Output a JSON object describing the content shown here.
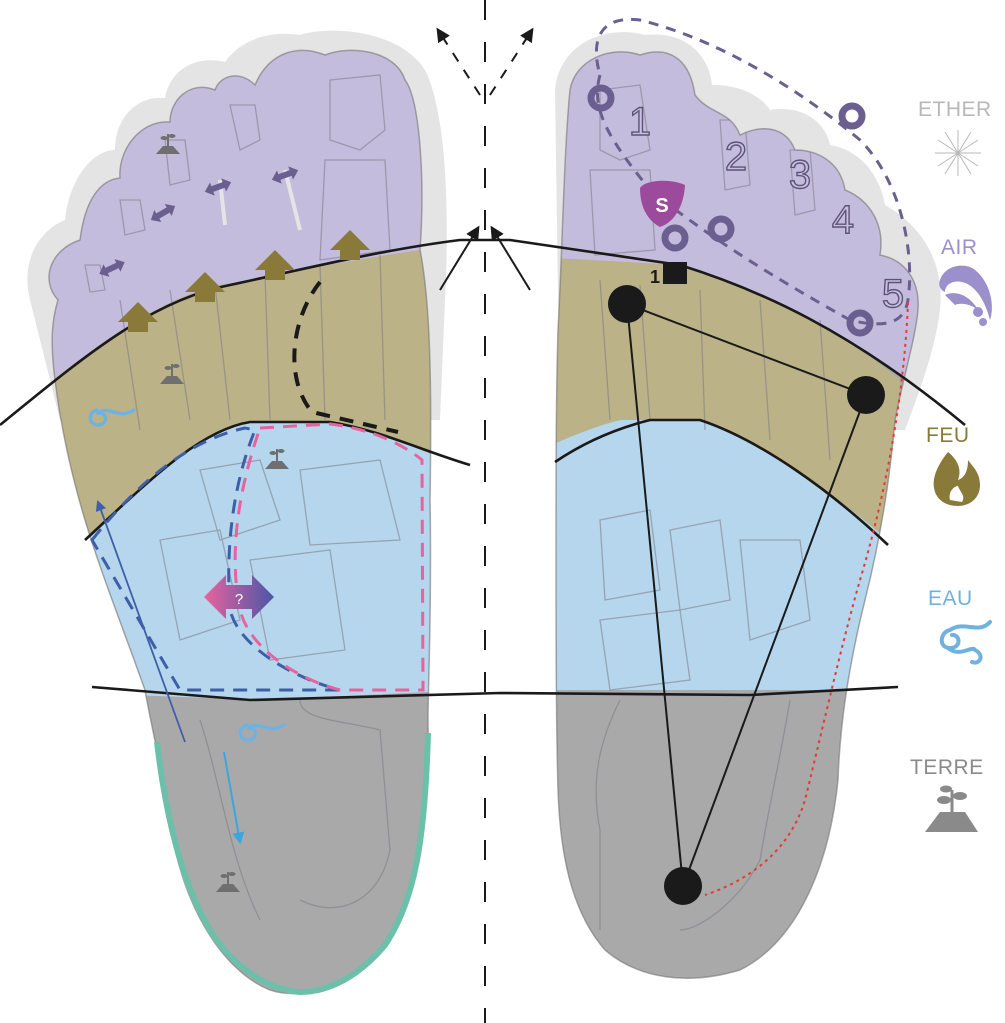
{
  "legend": {
    "items": [
      {
        "label": "ETHER",
        "icon": "starburst-icon",
        "color": "#b8b8b8"
      },
      {
        "label": "AIR",
        "icon": "wind-icon",
        "color": "#9b8fcc"
      },
      {
        "label": "FEU",
        "icon": "flame-icon",
        "color": "#8a7a3a"
      },
      {
        "label": "EAU",
        "icon": "waves-icon",
        "color": "#6fb2e0"
      },
      {
        "label": "TERRE",
        "icon": "plant-mound-icon",
        "color": "#8a8a8a"
      }
    ]
  },
  "zone_colors": {
    "ether_halo": "#e4e4e4",
    "air": "#c4bcdc",
    "feu": "#bcb287",
    "eau": "#b5d6ec",
    "terre": "#a9a9a9"
  },
  "right_foot": {
    "toe_numbers": [
      "1",
      "2",
      "3",
      "4",
      "5"
    ],
    "marker_badge": "S",
    "square_marker_label": "1",
    "badge_color": "#9c4a9c",
    "ring_color": "#6b5f8f",
    "dotted_path_color": "#e53935"
  },
  "left_foot": {
    "exchange_arrow_label": "?",
    "arrow_color_air": "#6b5f8f",
    "arrow_color_feu": "#8a7a3a",
    "pink_dash_color": "#e8639d",
    "blue_dash_color": "#3e5fa8",
    "heel_outline_color": "#6cc0aa"
  }
}
